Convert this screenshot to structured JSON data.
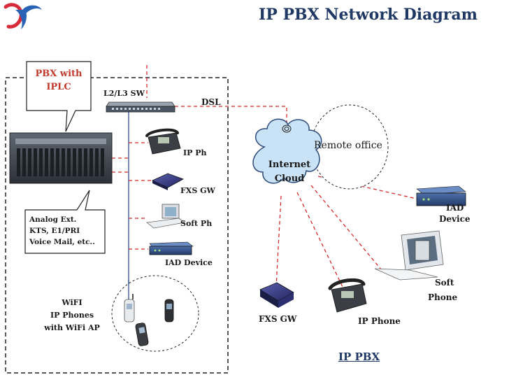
{
  "title": "IP PBX Network Diagram",
  "bubbles": {
    "pbx": [
      "PBX with",
      "IPLC"
    ],
    "analog": [
      "Analog Ext.",
      "KTS, E1/PRI",
      "Voice Mail, etc.."
    ]
  },
  "cloud": {
    "line1": "Internet",
    "line2": "Cloud"
  },
  "remote_office": "Remote office",
  "labels": {
    "switch": "L2/L3 SW",
    "dsl": "DSL",
    "ip_ph": "IP Ph",
    "fxs_gw_left": "FXS GW",
    "soft_ph": "Soft Ph",
    "iad_left": "IAD Device",
    "iad_right_1": "IAD",
    "iad_right_2": "Device",
    "soft_phone_1": "Soft",
    "soft_phone_2": "Phone",
    "fxs_gw_right": "FXS GW",
    "ip_phone_right": "IP Phone"
  },
  "wifi": [
    "WiFI",
    "IP Phones",
    "with WiFi AP"
  ],
  "bottom_label": "IP PBX",
  "colors": {
    "title": "#1f3864",
    "bubble_text": "#c0392b",
    "dashed_link": "#d42a2a",
    "blue_link": "#3a5a9c",
    "cloud_fill": "#c9e2f5",
    "cloud_stroke": "#2c4a7a"
  }
}
